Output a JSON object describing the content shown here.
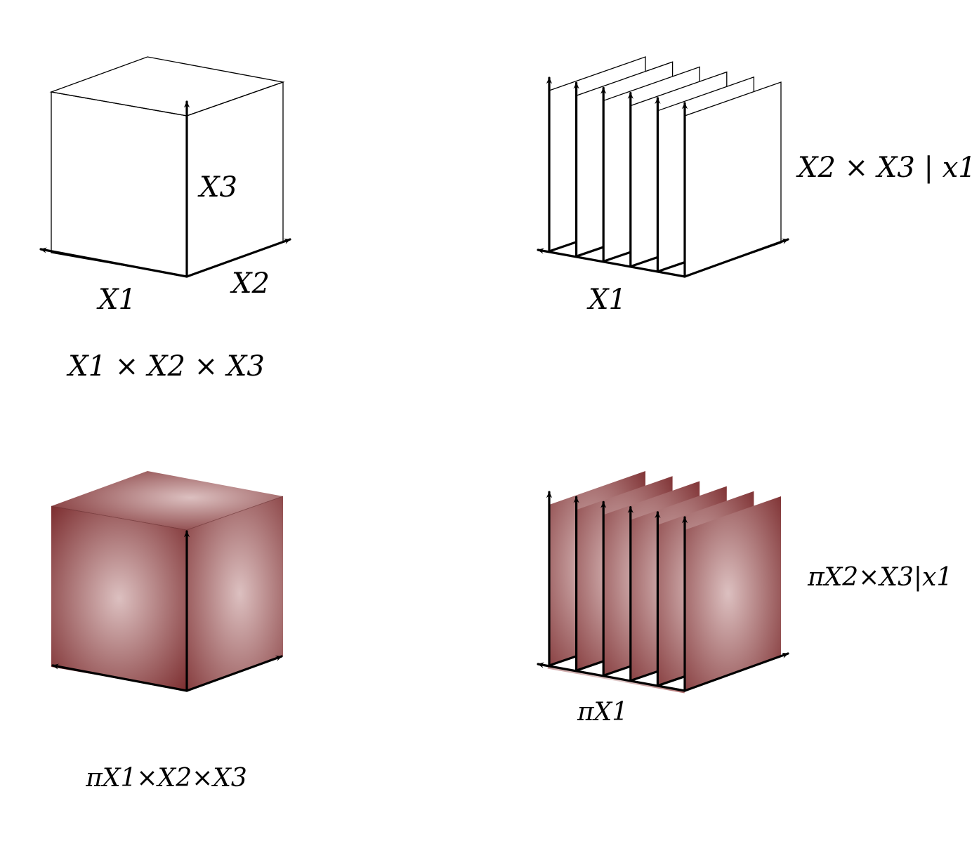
{
  "panels": {
    "joint_space": {
      "axis_x1": "X1",
      "axis_x2": "X2",
      "axis_x3": "X3",
      "caption": "X1 × X2 × X3"
    },
    "conditional_space": {
      "axis_x1": "X1",
      "caption": "X2 × X3 | x1"
    },
    "joint_density": {
      "caption": "πX1×X2×X3"
    },
    "conditional_density": {
      "marginal_label": "πX1",
      "caption": "πX2×X3|x1"
    }
  },
  "colors": {
    "density_dark": "#7a2a2c",
    "density_light": "#dcc0c0",
    "line": "#000000",
    "background": "#ffffff"
  },
  "slice_count": 6
}
